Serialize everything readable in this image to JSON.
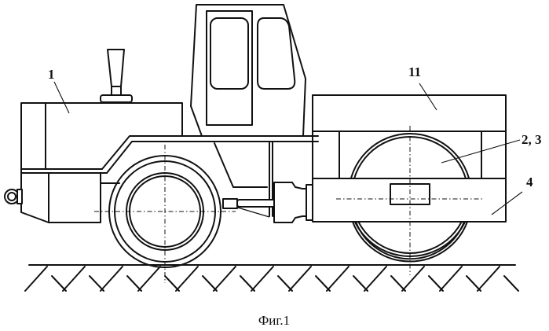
{
  "figure": {
    "subject": "Road roller (side view)",
    "caption": "Фиг.1",
    "line_color": "#111111",
    "background": "#ffffff"
  },
  "callouts": [
    {
      "id": "1",
      "label": "1",
      "refers_to": "engine-hood"
    },
    {
      "id": "11",
      "label": "11",
      "refers_to": "roller-frame-top"
    },
    {
      "id": "2-3",
      "label": "2, 3",
      "refers_to": "roller-drum"
    },
    {
      "id": "4",
      "label": "4",
      "refers_to": "roller-axle-housing"
    }
  ]
}
